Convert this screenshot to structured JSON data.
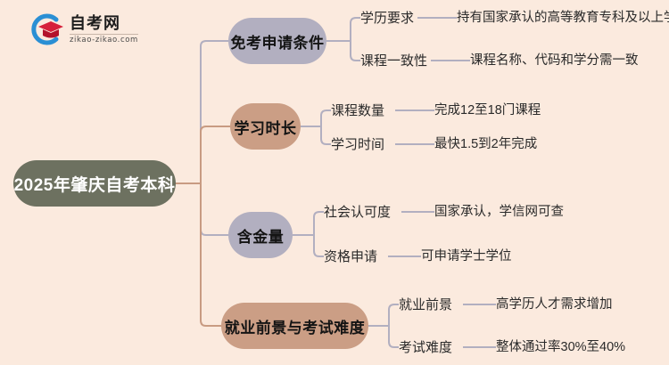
{
  "logo": {
    "icon": "graduation-cap-logo-icon",
    "name_cn": "自考网",
    "url": "zikao-zikao.com"
  },
  "mindmap": {
    "root": {
      "label": "2025年肇庆自考本科",
      "color": "#6d7160",
      "text_color": "#ffffff"
    },
    "branches": [
      {
        "label": "免考申请条件",
        "color": "#b2afc0",
        "children": [
          {
            "label": "学历要求",
            "detail": "持有国家承认的高等教育专科及以上学历"
          },
          {
            "label": "课程一致性",
            "detail": "课程名称、代码和学分需一致"
          }
        ]
      },
      {
        "label": "学习时长",
        "color": "#cb9e85",
        "children": [
          {
            "label": "课程数量",
            "detail": "完成12至18门课程"
          },
          {
            "label": "学习时间",
            "detail": "最快1.5到2年完成"
          }
        ]
      },
      {
        "label": "含金量",
        "color": "#b2afc0",
        "children": [
          {
            "label": "社会认可度",
            "detail": "国家承认，学信网可查"
          },
          {
            "label": "资格申请",
            "detail": "可申请学士学位"
          }
        ]
      },
      {
        "label": "就业前景与考试难度",
        "color": "#cb9e85",
        "children": [
          {
            "label": "就业前景",
            "detail": "高学历人才需求增加"
          },
          {
            "label": "考试难度",
            "detail": "整体通过率30%至40%"
          }
        ]
      }
    ]
  },
  "canvas": {
    "background": "#fbeade",
    "trunk_color": "#c89b82"
  }
}
